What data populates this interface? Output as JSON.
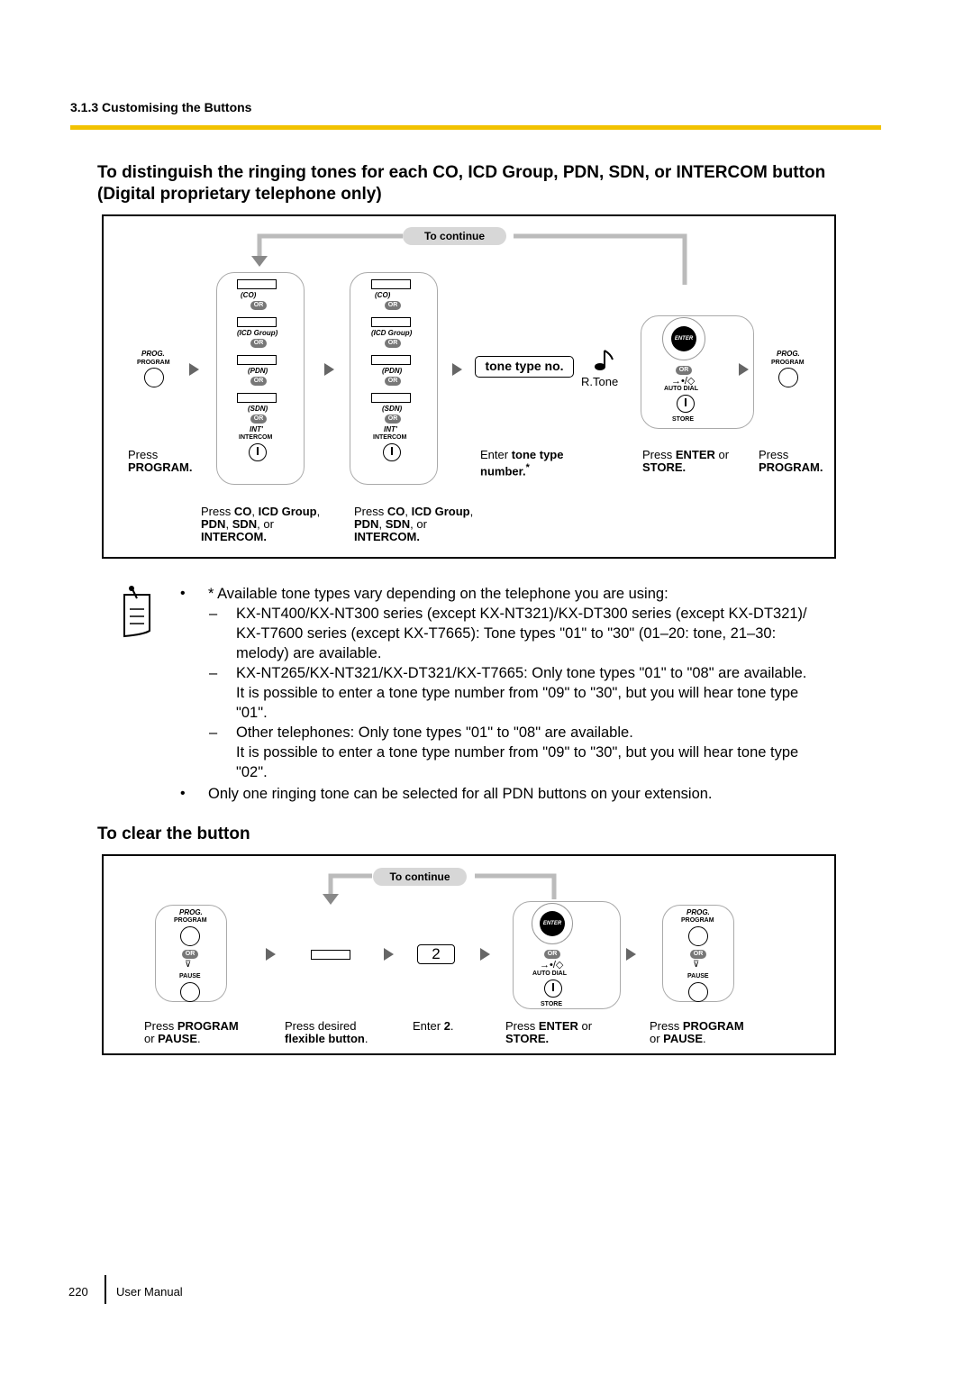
{
  "header": {
    "section": "3.1.3 Customising the Buttons"
  },
  "section1": {
    "title_line1": "To distinguish the ringing tones for each CO, ICD Group, PDN, SDN, or INTERCOM button",
    "title_line2": "(Digital proprietary telephone only)"
  },
  "diagram1": {
    "to_continue": "To continue",
    "prog_label": "PROG.",
    "program_label": "PROGRAM",
    "key_labels": [
      "(CO)",
      "(ICD Group)",
      "(PDN)",
      "(SDN)"
    ],
    "or": "OR",
    "int_label": "INT'",
    "intercom_label": "INTERCOM",
    "tone_box": "tone type no.",
    "rtone": "R.Tone",
    "enter_label": "ENTER",
    "auto_dial": "AUTO DIAL",
    "store_label": "STORE",
    "step1": {
      "line1": "Press",
      "line2": "PROGRAM."
    },
    "step2": {
      "line1a": "Press ",
      "line1b": "CO",
      "line1c": ", ",
      "line1d": "ICD Group",
      "line1e": ",",
      "line2a": "PDN",
      "line2b": ", ",
      "line2c": "SDN",
      "line2d": ", or",
      "line3": "INTERCOM."
    },
    "step3": {
      "line1a": "Press ",
      "line1b": "CO",
      "line1c": ", ",
      "line1d": "ICD Group",
      "line1e": ",",
      "line2a": "PDN",
      "line2b": ", ",
      "line2c": "SDN",
      "line2d": ", or",
      "line3": "INTERCOM."
    },
    "step4": {
      "line1a": "Enter ",
      "line1b": "tone type",
      "line2": "number.",
      "asterisk": "*"
    },
    "step5": {
      "line1a": "Press ",
      "line1b": "ENTER",
      "line1c": " or",
      "line2": "STORE."
    },
    "step6": {
      "line1": "Press",
      "line2": "PROGRAM."
    }
  },
  "notes": {
    "bullet": "•",
    "dash": "–",
    "item1": "* Available tone types vary depending on the telephone you are using:",
    "sub1_line1": "KX-NT400/KX-NT300 series (except KX-NT321)/KX-DT300 series (except KX-DT321)/",
    "sub1_line2": "KX-T7600 series (except KX-T7665): Tone types \"01\" to \"30\" (01–20: tone, 21–30:",
    "sub1_line3": "melody) are available.",
    "sub2_line1": "KX-NT265/KX-NT321/KX-DT321/KX-T7665: Only tone types \"01\" to \"08\" are available.",
    "sub2_line2": "It is possible to enter a tone type number from \"09\" to \"30\", but you will hear tone type",
    "sub2_line3": "\"01\".",
    "sub3_line1": "Other telephones: Only tone types \"01\" to \"08\" are available.",
    "sub3_line2": "It is possible to enter a tone type number from \"09\" to \"30\", but you will hear tone type",
    "sub3_line3": "\"02\".",
    "item2": "Only one ringing tone can be selected for all PDN buttons on your extension."
  },
  "section2": {
    "title": "To clear the button"
  },
  "diagram2": {
    "to_continue": "To continue",
    "prog_label": "PROG.",
    "program_label": "PROGRAM",
    "or": "OR",
    "pause_label": "PAUSE",
    "digit": "2",
    "enter_label": "ENTER",
    "auto_dial": "AUTO DIAL",
    "store_label": "STORE",
    "step1": {
      "line1a": "Press ",
      "line1b": "PROGRAM",
      "line2a": "or ",
      "line2b": "PAUSE",
      "line2c": "."
    },
    "step2": {
      "line1": "Press desired",
      "line2": "flexible button",
      "line2c": "."
    },
    "step3": {
      "line1a": "Enter ",
      "line1b": "2",
      "line1c": "."
    },
    "step4": {
      "line1a": "Press ",
      "line1b": "ENTER",
      "line1c": " or",
      "line2": "STORE."
    },
    "step5": {
      "line1a": "Press ",
      "line1b": "PROGRAM",
      "line2a": "or ",
      "line2b": "PAUSE",
      "line2c": "."
    }
  },
  "footer": {
    "page_number": "220",
    "manual": "User Manual"
  },
  "colors": {
    "accent_yellow": "#f2c200",
    "pill_gray": "#d7d7d7",
    "connector_gray": "#bbbbbb"
  }
}
